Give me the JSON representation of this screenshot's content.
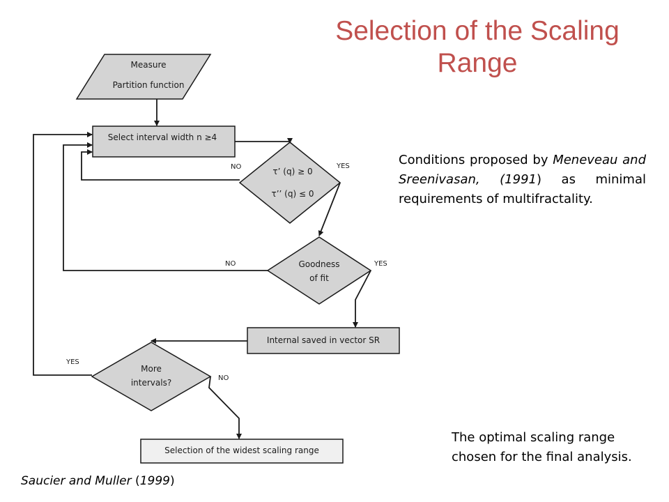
{
  "title": {
    "line1": "Selection of the Scaling",
    "line2": "Range"
  },
  "conditions_note": {
    "prefix": "Conditions proposed by ",
    "authors": "Meneveau and Sreenivasan, (1991",
    "suffix": ") as minimal requirements of multifractality."
  },
  "optimal_note": {
    "line1": "The optimal scaling range",
    "line2": "chosen for the final analysis."
  },
  "citation": {
    "authors": "Saucier and Muller",
    "year_open": " (",
    "year": "1999",
    "year_close": ")"
  },
  "flowchart": {
    "measure": {
      "line1": "Measure",
      "line2": "Partition function"
    },
    "select_interval": "Select interval width n ≥4",
    "tau_condition": {
      "line1": "τ’ (q) ≥ 0",
      "line2": "τ’’ (q) ≤ 0"
    },
    "goodness": {
      "line1": "Goodness",
      "line2": "of fit"
    },
    "saved": "Internal saved in vector SR",
    "more": {
      "line1": "More",
      "line2": "intervals?"
    },
    "widest": "Selection of the widest scaling range",
    "labels": {
      "no_tau": "NO",
      "yes_tau": "YES",
      "no_goodness": "NO",
      "yes_goodness": "YES",
      "yes_more": "YES",
      "no_more": "NO"
    }
  },
  "colors": {
    "title": "#c0504d",
    "shape_fill": "#d4d4d4",
    "stroke": "#1a1a1a"
  }
}
